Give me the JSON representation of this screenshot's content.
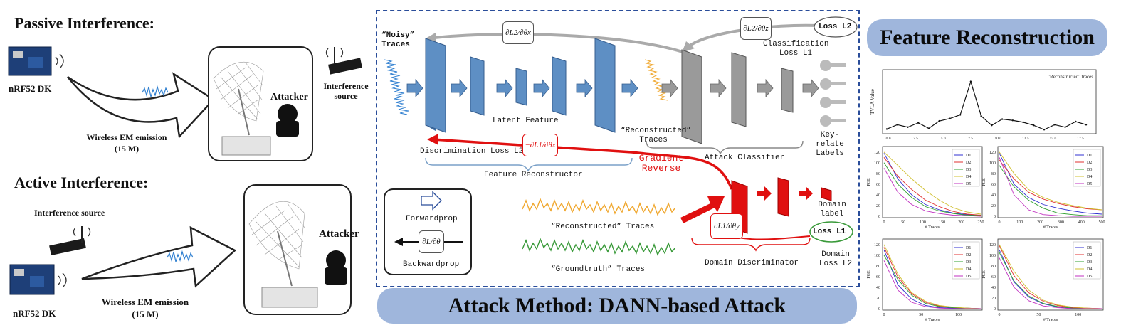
{
  "left": {
    "passive_title": "Passive Interference:",
    "active_title": "Active Interference:",
    "passive": {
      "device": "nRF52 DK",
      "emission": "Wireless EM emission",
      "distance": "(15 M)",
      "attacker": "Attacker",
      "interference": "Interference source"
    },
    "active": {
      "interference": "Interference source",
      "device": "nRF52 DK",
      "emission": "Wireless EM emission",
      "distance": "(15 M)",
      "attacker": "Attacker"
    }
  },
  "middle": {
    "noisy_traces": "“Noisy” Traces",
    "latent_feature": "Latent Feature",
    "reconstructed_traces_top": "“Reconstructed” Traces",
    "classification_loss": "Classification Loss L1",
    "loss_l2": "Loss L2",
    "key_labels": "Key-relate Labels",
    "attack_classifier": "Attack Classifier",
    "discrimination_loss": "Discrimination Loss L2",
    "feature_reconstructor": "Feature Reconstructor",
    "gradient_reverse": "Gradient Reverse",
    "domain_label": "Domain label",
    "loss_l1": "Loss L1",
    "domain_loss": "Domain Loss L2",
    "domain_discriminator": "Domain Discriminator",
    "forwardprop": "Forwardprop",
    "backwardprop": "Backwardprop",
    "reconstructed_traces": "“Reconstructed” Traces",
    "groundtruth_traces": "“Groundtruth” Traces",
    "grad_top_left": "∂L2/∂θx",
    "grad_top_right": "∂L2/∂θz",
    "grad_disc": "−∂L1/∂θx",
    "grad_domain": "∂L1/∂θy",
    "grad_legend": "∂L/∂θ"
  },
  "banners": {
    "right": "Feature Reconstruction",
    "bottom": "Attack Method: DANN-based Attack"
  },
  "chart_data": [
    {
      "type": "line",
      "title": "\"Reconstructed\" traces",
      "ylabel": "TVLA Value",
      "x": [
        0,
        1,
        2,
        3,
        4,
        5,
        6,
        7,
        8,
        9,
        10,
        11,
        12,
        13,
        14,
        15,
        16,
        17,
        18,
        19
      ],
      "values": [
        0.3,
        1.0,
        0.6,
        1.3,
        0.4,
        1.6,
        2.0,
        2.6,
        8.0,
        2.4,
        0.9,
        1.9,
        1.7,
        1.4,
        0.9,
        0.2,
        1.0,
        0.6,
        1.5,
        1.0
      ],
      "xticks": [
        "0.0",
        "2.5",
        "5.0",
        "7.5",
        "10.0",
        "12.5",
        "15.0",
        "17.5"
      ]
    },
    {
      "type": "line",
      "xlabel": "# Traces",
      "ylabel": "PGE",
      "xlim": [
        0,
        250
      ],
      "ylim": [
        0,
        125
      ],
      "yticks": [
        "0",
        "20",
        "40",
        "60",
        "80",
        "100",
        "120"
      ],
      "xticks": [
        "0",
        "50",
        "100",
        "150",
        "200",
        "250"
      ],
      "legend": [
        "D1",
        "D2",
        "D3",
        "D4",
        "D5"
      ],
      "series": [
        {
          "name": "D1",
          "values": [
            118,
            70,
            40,
            22,
            12,
            6,
            3,
            1
          ]
        },
        {
          "name": "D2",
          "values": [
            110,
            75,
            50,
            30,
            18,
            9,
            4,
            2
          ]
        },
        {
          "name": "D3",
          "values": [
            100,
            60,
            35,
            18,
            10,
            5,
            2,
            1
          ]
        },
        {
          "name": "D4",
          "values": [
            120,
            95,
            70,
            48,
            30,
            16,
            8,
            4
          ]
        },
        {
          "name": "D5",
          "values": [
            90,
            45,
            22,
            10,
            5,
            2,
            1,
            0
          ]
        }
      ]
    },
    {
      "type": "line",
      "xlabel": "# Traces",
      "ylabel": "PGE",
      "xlim": [
        0,
        500
      ],
      "ylim": [
        0,
        125
      ],
      "yticks": [
        "0",
        "20",
        "40",
        "60",
        "80",
        "100",
        "120"
      ],
      "xticks": [
        "0",
        "100",
        "200",
        "300",
        "400",
        "500"
      ],
      "legend": [
        "D1",
        "D2",
        "D3",
        "D4",
        "D5"
      ],
      "series": [
        {
          "name": "D1",
          "values": [
            118,
            60,
            35,
            22,
            15,
            10,
            6,
            4
          ]
        },
        {
          "name": "D2",
          "values": [
            105,
            70,
            45,
            32,
            24,
            18,
            14,
            12
          ]
        },
        {
          "name": "D3",
          "values": [
            95,
            55,
            30,
            15,
            6,
            3,
            1,
            1
          ]
        },
        {
          "name": "D4",
          "values": [
            120,
            80,
            50,
            35,
            26,
            20,
            15,
            12
          ]
        },
        {
          "name": "D5",
          "values": [
            110,
            40,
            12,
            3,
            1,
            0,
            0,
            0
          ]
        }
      ]
    },
    {
      "type": "line",
      "xlabel": "# Traces",
      "ylabel": "PGE",
      "xlim": [
        0,
        130
      ],
      "ylim": [
        0,
        125
      ],
      "yticks": [
        "0",
        "20",
        "40",
        "60",
        "80",
        "100",
        "120"
      ],
      "xticks": [
        "0",
        "50",
        "100"
      ],
      "legend": [
        "D1",
        "D2",
        "D3",
        "D4",
        "D5"
      ],
      "series": [
        {
          "name": "D1",
          "values": [
            110,
            45,
            18,
            6,
            2,
            1,
            0,
            0
          ]
        },
        {
          "name": "D2",
          "values": [
            115,
            60,
            28,
            12,
            5,
            2,
            1,
            0
          ]
        },
        {
          "name": "D3",
          "values": [
            100,
            55,
            25,
            10,
            4,
            2,
            1,
            0
          ]
        },
        {
          "name": "D4",
          "values": [
            120,
            65,
            30,
            14,
            6,
            3,
            1,
            0
          ]
        },
        {
          "name": "D5",
          "values": [
            90,
            35,
            12,
            4,
            1,
            0,
            0,
            0
          ]
        }
      ]
    },
    {
      "type": "line",
      "xlabel": "# Traces",
      "ylabel": "PGE",
      "xlim": [
        0,
        130
      ],
      "ylim": [
        0,
        125
      ],
      "yticks": [
        "0",
        "20",
        "40",
        "60",
        "80",
        "100",
        "120"
      ],
      "xticks": [
        "0",
        "50",
        "100"
      ],
      "legend": [
        "D1",
        "D2",
        "D3",
        "D4",
        "D5"
      ],
      "series": [
        {
          "name": "D1",
          "values": [
            110,
            50,
            22,
            9,
            3,
            1,
            0,
            0
          ]
        },
        {
          "name": "D2",
          "values": [
            118,
            62,
            30,
            14,
            6,
            2,
            1,
            0
          ]
        },
        {
          "name": "D3",
          "values": [
            105,
            52,
            24,
            10,
            4,
            1,
            0,
            0
          ]
        },
        {
          "name": "D4",
          "values": [
            120,
            70,
            35,
            16,
            7,
            3,
            1,
            0
          ]
        },
        {
          "name": "D5",
          "values": [
            95,
            40,
            15,
            5,
            2,
            0,
            0,
            0
          ]
        }
      ]
    }
  ],
  "colors": {
    "banner": "#9fb6dc",
    "encoder_blue": "#5e8fc4",
    "classifier_gray": "#9a9a9a",
    "discriminator_red": "#e01010",
    "trace_orange": "#f0a830",
    "trace_green": "#3a9a3a",
    "trace_blue": "#2f7fd0",
    "series": [
      "#3030d0",
      "#e03030",
      "#30a030",
      "#d0c030",
      "#c030c0"
    ]
  }
}
